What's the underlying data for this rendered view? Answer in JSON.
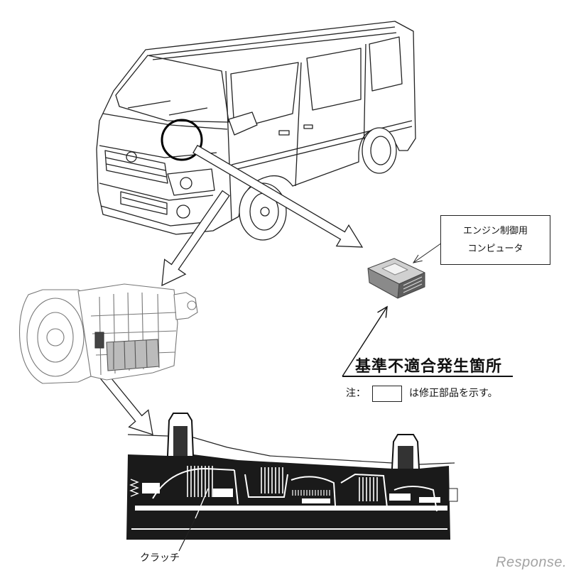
{
  "callout": {
    "line1": "エンジン制御用",
    "line2": "コンピュータ"
  },
  "heading": "基準不適合発生箇所",
  "note": {
    "prefix": "注：",
    "suffix": "は修正部品を示す。"
  },
  "labels": {
    "clutch": "クラッチ"
  },
  "watermark": "Response.",
  "colors": {
    "line": "#222222",
    "dark": "#1a1a1a",
    "gray": "#888888"
  }
}
